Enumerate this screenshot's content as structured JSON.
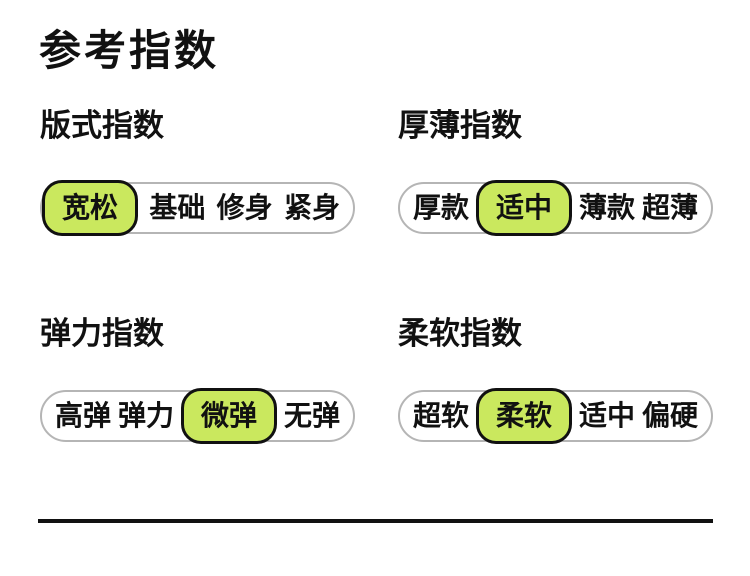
{
  "page": {
    "title": "参考指数"
  },
  "groups": [
    {
      "title": "版式指数",
      "selected": "宽松",
      "options": [
        {
          "label": "宽松",
          "selected": true
        },
        {
          "label": "基础",
          "selected": false
        },
        {
          "label": "修身",
          "selected": false
        },
        {
          "label": "紧身",
          "selected": false
        }
      ]
    },
    {
      "title": "厚薄指数",
      "selected": "适中",
      "options": [
        {
          "label": "厚款",
          "selected": false
        },
        {
          "label": "适中",
          "selected": true
        },
        {
          "label": "薄款",
          "selected": false
        },
        {
          "label": "超薄",
          "selected": false
        }
      ]
    },
    {
      "title": "弹力指数",
      "selected": "微弹",
      "options": [
        {
          "label": "高弹",
          "selected": false
        },
        {
          "label": "弹力",
          "selected": false
        },
        {
          "label": "微弹",
          "selected": true
        },
        {
          "label": "无弹",
          "selected": false
        }
      ]
    },
    {
      "title": "柔软指数",
      "selected": "柔软",
      "options": [
        {
          "label": "超软",
          "selected": false
        },
        {
          "label": "柔软",
          "selected": true
        },
        {
          "label": "适中",
          "selected": false
        },
        {
          "label": "偏硬",
          "selected": false
        }
      ]
    }
  ],
  "colors": {
    "highlight": "#cae85e",
    "pill_border": "#111111",
    "container_border": "#b5b5b5",
    "text": "#111111",
    "divider": "#111111"
  }
}
